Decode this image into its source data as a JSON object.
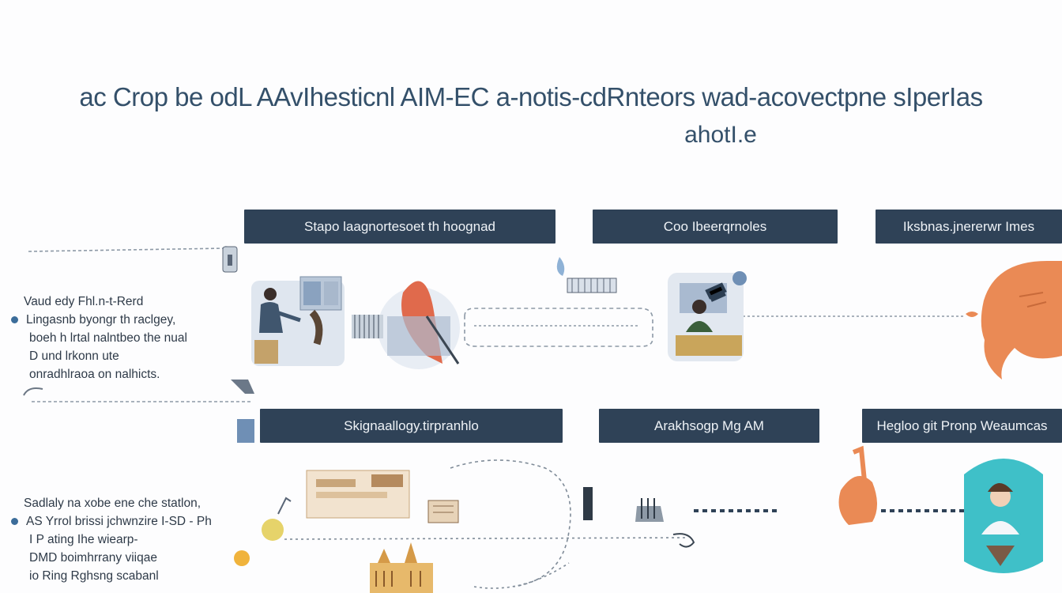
{
  "title": {
    "line1": "ac Crop be odL AAvIhesticnl AIM-EC a-notis-cdRnteors wad-acovectpne sIperIas",
    "line2": "ahotI.e"
  },
  "stages": {
    "top": [
      {
        "label": "Stapo laagnortesoet th hoognad"
      },
      {
        "label": "Coo Ibeerqrnoles"
      },
      {
        "label": "Iksbnas.jnererwr Imes"
      }
    ],
    "bottom": [
      {
        "label": "Skignaallogy.tirpranhlo"
      },
      {
        "label": "Arakhsogp Mg AM"
      },
      {
        "label": "Hegloo git Pronp Weaumcas"
      }
    ]
  },
  "notes": {
    "top": {
      "heading": "Vaud edy Fhl.n-t-Rerd",
      "lines": [
        "Lingasnb byongr th raclgey,",
        "boeh h lrtal nalntbeo the nual",
        "D und lrkonn ute",
        "onradhlraoa on nalhicts."
      ]
    },
    "bottom": {
      "heading": "Sadlaly na xobe ene che statlon,",
      "lines": [
        "AS Yrrol brissi jchwnzire I-SD - Ph",
        "I P ating Ihe wiearp-",
        "DMD boimhrrany viiqae",
        "io Ring Rghsng scabanl"
      ]
    }
  },
  "colors": {
    "header_bg": "#2f4257",
    "header_text": "#eef2f6",
    "accent_orange": "#ea8a55",
    "accent_teal": "#3fc0c8",
    "accent_blue": "#6f8fb5",
    "line_gray": "#9aa6b3"
  },
  "icons": [
    "office-scene-icon",
    "red-pin-icon",
    "person-at-desk-icon",
    "speech-bubble-icon",
    "paper-map-icon",
    "cathedral-icon",
    "clamp-icon",
    "hand-pointer-icon",
    "person-portrait-icon"
  ]
}
